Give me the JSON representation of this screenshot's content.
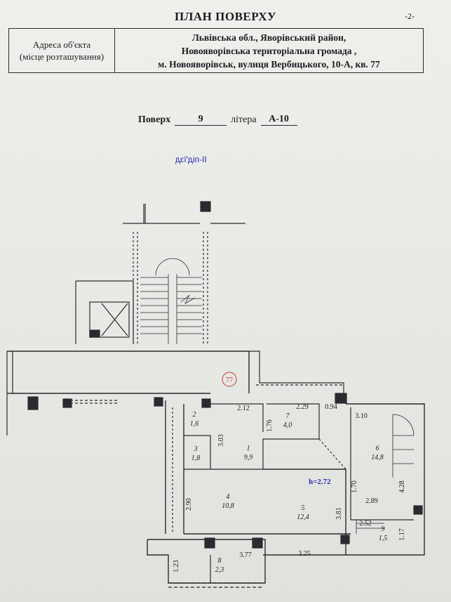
{
  "page": {
    "title": "ПЛАН ПОВЕРХУ",
    "number": "-2-"
  },
  "address": {
    "label_line1": "Адреса об'єкта",
    "label_line2": "(місце розташування)",
    "line1": "Львівська обл., Яворівський район,",
    "line2": "Новояворівська територіальна громада ,",
    "line3": "м. Новояворівськ, вулиця Вербицького, 10-А, кв. 77"
  },
  "floor": {
    "label": "Поверх",
    "value": "9",
    "litera_label": "літера",
    "litera_value": "А-10"
  },
  "entrance": "ІІ-під'їзд",
  "apartment_number": "77",
  "height_label": "h=2.72",
  "rooms": [
    {
      "n": "1",
      "area": "9,9"
    },
    {
      "n": "2",
      "area": "1,6"
    },
    {
      "n": "3",
      "area": "1,8"
    },
    {
      "n": "4",
      "area": "10,8"
    },
    {
      "n": "5",
      "area": "12,4"
    },
    {
      "n": "6",
      "area": "14,8"
    },
    {
      "n": "7",
      "area": "4,0"
    },
    {
      "n": "8",
      "area": "2,3"
    },
    {
      "n": "9",
      "area": "1,5"
    }
  ],
  "dimensions": [
    "2.12",
    "2.29",
    "0.94",
    "3.10",
    "1.76",
    "3.03",
    "2.90",
    "3.81",
    "1.70",
    "4.28",
    "2.89",
    "2.52",
    "1.17",
    "3.77",
    "3.25",
    "1.23"
  ],
  "colors": {
    "wall": "#2a2a30",
    "ink": "#1c1c22",
    "entrance_text": "#2c2cb0",
    "apartment_circle": "#c03a3a"
  }
}
